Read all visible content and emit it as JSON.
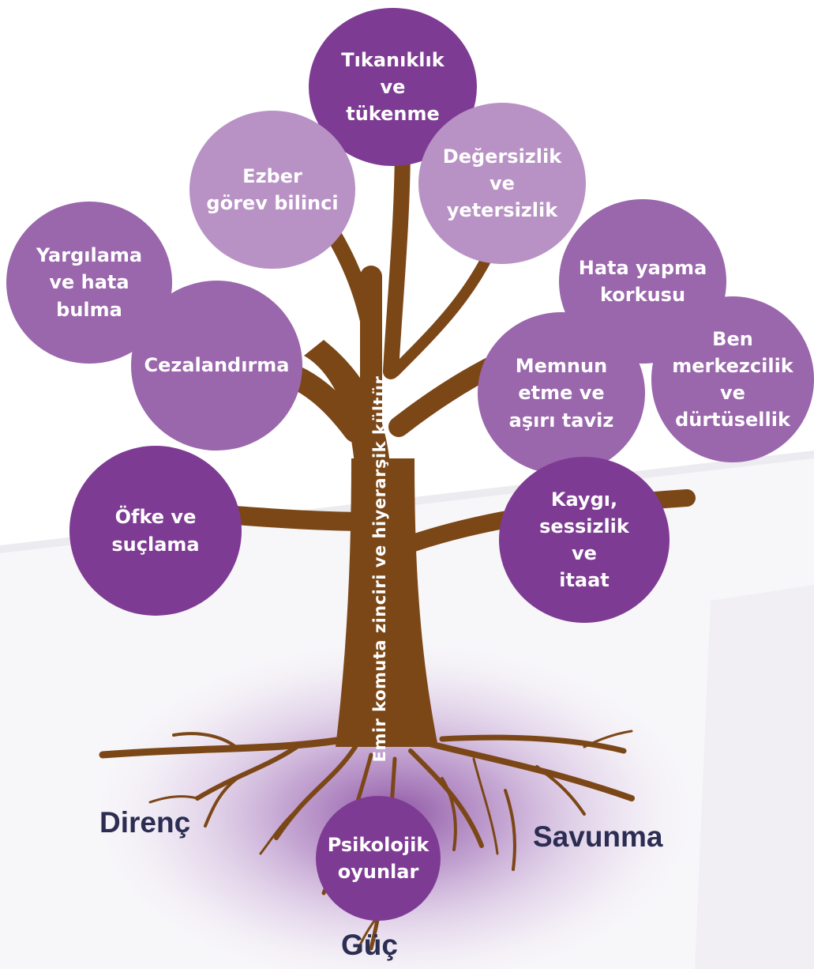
{
  "trunk_label": "Emir komuta zinciri ve hiyerarşik kültür",
  "branches": {
    "tikaniklik": "Tıkanıklık\nve\ntükenme",
    "ezber": "Ezber\ngörev bilinci",
    "degersizlik": "Değersizlik\nve\nyetersizlik",
    "yargilama": "Yargılama\nve hata\nbulma",
    "cezalandirma": "Cezalandırma",
    "hata_yapma": "Hata yapma\nkorkusu",
    "ben_merkezcilik": "Ben\nmerkezcilik\nve\ndürtüsellik",
    "memnun_etme": "Memnun\netme ve\naşırı taviz",
    "ofke": "Öfke ve\nsuçlama",
    "kaygi": "Kaygı,\nsessizlik\nve\nitaat"
  },
  "roots": {
    "psikolojik": "Psikolojik\noyunlar",
    "direnc": "Direnç",
    "savunma": "Savunma",
    "guc": "Güç"
  },
  "colors": {
    "bark": "#7b4717",
    "dark_purple": "#7e3b93",
    "mid_purple": "#9a66ac",
    "light_purple": "#b892c4",
    "label_navy": "#2b2d52"
  }
}
